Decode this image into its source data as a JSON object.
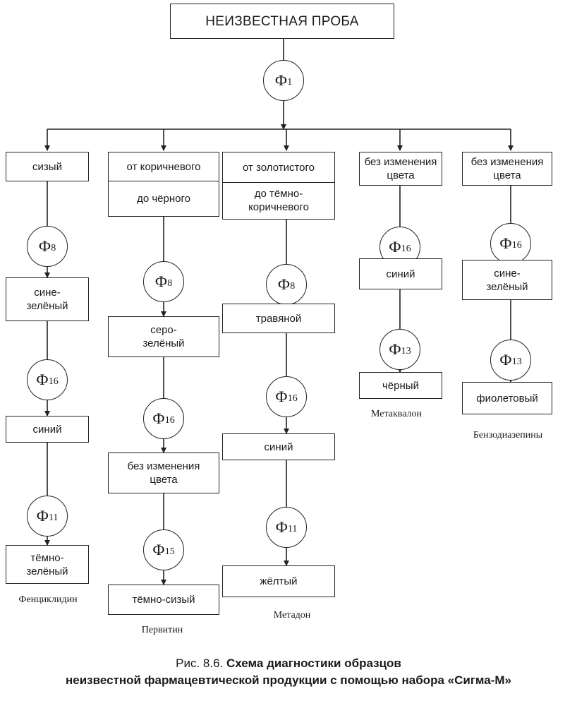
{
  "title": "НЕИЗВЕСТНАЯ ПРОБА",
  "reagent_prefix": "Ф",
  "root_reagent": "1",
  "columns": [
    {
      "id": "c1",
      "nodes": [
        {
          "type": "box",
          "text": "сизый"
        },
        {
          "type": "reagent",
          "sub": "8"
        },
        {
          "type": "box",
          "text": "сине-\nзелёный"
        },
        {
          "type": "reagent",
          "sub": "16"
        },
        {
          "type": "box",
          "text": "синий"
        },
        {
          "type": "reagent",
          "sub": "11"
        },
        {
          "type": "box",
          "text": "тёмно-\nзелёный"
        }
      ],
      "result": "Фенциклидин"
    },
    {
      "id": "c2",
      "nodes": [
        {
          "type": "split",
          "top": "от коричневого",
          "bottom": "до чёрного"
        },
        {
          "type": "reagent",
          "sub": "8"
        },
        {
          "type": "box",
          "text": "серо-\nзелёный"
        },
        {
          "type": "reagent",
          "sub": "16"
        },
        {
          "type": "box",
          "text": "без изменения\nцвета"
        },
        {
          "type": "reagent",
          "sub": "15"
        },
        {
          "type": "box",
          "text": "тёмно-сизый"
        }
      ],
      "result": "Первитин"
    },
    {
      "id": "c3",
      "nodes": [
        {
          "type": "split",
          "top": "от золотистого",
          "bottom": "до тёмно-\nкоричневого"
        },
        {
          "type": "reagent",
          "sub": "8"
        },
        {
          "type": "box",
          "text": "травяной"
        },
        {
          "type": "reagent",
          "sub": "16"
        },
        {
          "type": "box",
          "text": "синий"
        },
        {
          "type": "reagent",
          "sub": "11"
        },
        {
          "type": "box",
          "text": "жёлтый"
        }
      ],
      "result": "Метадон"
    },
    {
      "id": "c4",
      "nodes": [
        {
          "type": "box",
          "text": "без изменения\nцвета"
        },
        {
          "type": "reagent",
          "sub": "16"
        },
        {
          "type": "box",
          "text": "синий"
        },
        {
          "type": "reagent",
          "sub": "13"
        },
        {
          "type": "box",
          "text": "чёрный"
        }
      ],
      "result": "Метаквалон"
    },
    {
      "id": "c5",
      "nodes": [
        {
          "type": "box",
          "text": "без изменения\nцвета"
        },
        {
          "type": "reagent",
          "sub": "16"
        },
        {
          "type": "box",
          "text": "сине-\nзелёный"
        },
        {
          "type": "reagent",
          "sub": "13"
        },
        {
          "type": "box",
          "text": "фиолетовый"
        }
      ],
      "result": "Бензодиазепины"
    }
  ],
  "caption": {
    "prefix": "Рис. 8.6.",
    "bold_line1": "Схема диагностики образцов",
    "bold_line2": "неизвестной фармацевтической продукции с помощью набора «Сигма-М»"
  }
}
